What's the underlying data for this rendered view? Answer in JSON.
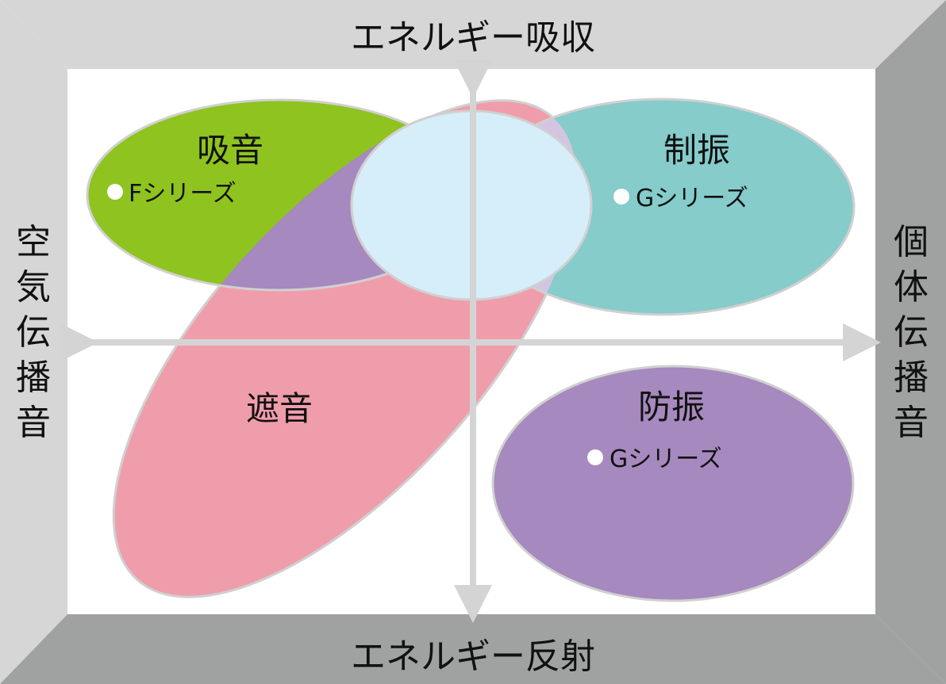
{
  "axes": {
    "top": "エネルギー吸収",
    "bottom": "エネルギー反射",
    "left": [
      "空",
      "気",
      "伝",
      "播",
      "音"
    ],
    "right": [
      "個",
      "体",
      "伝",
      "播",
      "音"
    ]
  },
  "regions": {
    "absorption": {
      "label": "吸音",
      "series": "Fシリーズ"
    },
    "damping": {
      "label": "制振",
      "series": "Gシリーズ"
    },
    "insulation": {
      "label": "遮音"
    },
    "isolation": {
      "label": "防振",
      "series": "Gシリーズ"
    }
  },
  "colors": {
    "frame_light": "#d6d6d6",
    "frame_dark": "#a0a2a1",
    "absorption": "#8fc31f",
    "damping": "#85cccb",
    "insulation": "#f09dab",
    "isolation": "#a689be",
    "overlap_center": "#d6eef9",
    "overlap_lavender": "#d3c5e2"
  }
}
